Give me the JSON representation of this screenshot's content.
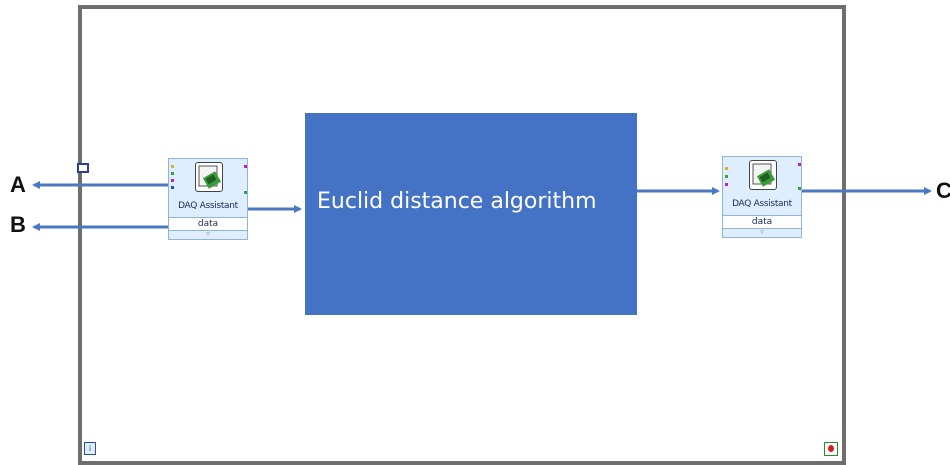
{
  "ports": {
    "in_a": "A",
    "in_b": "B",
    "out_c": "C"
  },
  "algorithm_block": {
    "label": "Euclid distance algorithm",
    "color": "#4472c4"
  },
  "daq_blocks": [
    {
      "label": "DAQ Assistant",
      "output": "data"
    },
    {
      "label": "DAQ Assistant",
      "output": "data"
    }
  ],
  "colors": {
    "wire": "#4a78c2",
    "frame": "#6e6e6e",
    "daq_fill": "#dfeeff"
  },
  "icons": {
    "daq": "daq-assistant-icon",
    "iteration": "loop-iteration-icon",
    "stop": "loop-stop-icon"
  }
}
